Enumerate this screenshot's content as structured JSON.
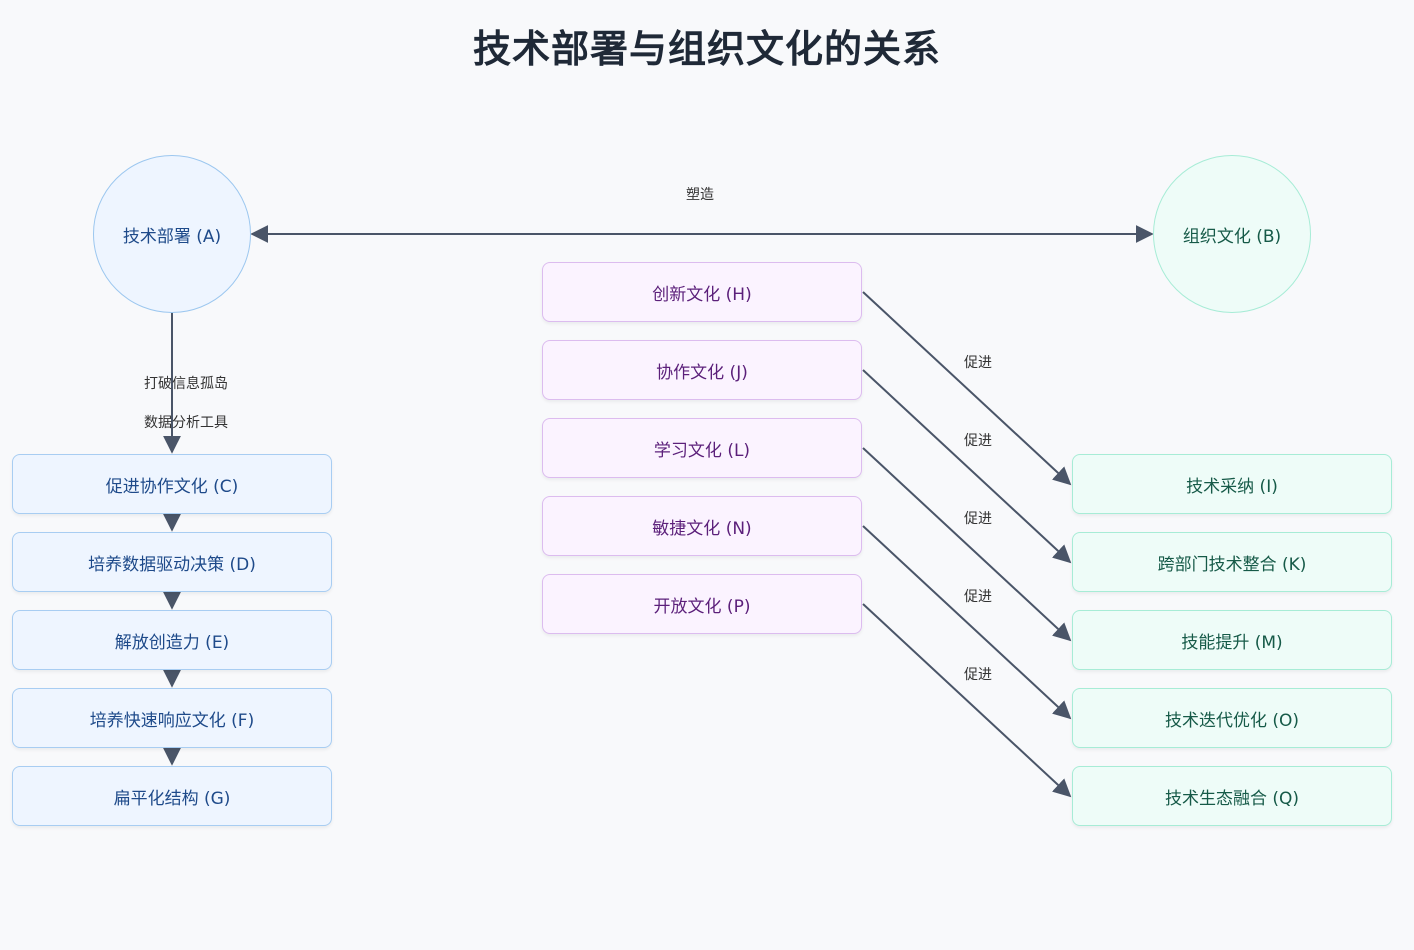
{
  "title": "技术部署与组织文化的关系",
  "nodes": {
    "A": "技术部署 (A)",
    "B": "组织文化 (B)",
    "C": "促进协作文化 (C)",
    "D": "培养数据驱动决策 (D)",
    "E": "解放创造力 (E)",
    "F": "培养快速响应文化 (F)",
    "G": "扁平化结构 (G)",
    "H": "创新文化 (H)",
    "J": "协作文化 (J)",
    "L": "学习文化 (L)",
    "N": "敏捷文化 (N)",
    "P": "开放文化 (P)",
    "I": "技术采纳 (I)",
    "K": "跨部门技术整合 (K)",
    "M": "技能提升 (M)",
    "O": "技术迭代优化 (O)",
    "Q": "技术生态融合 (Q)"
  },
  "edge_labels": {
    "shape": "塑造",
    "break_silos": "打破信息孤岛",
    "data_tools": "数据分析工具",
    "promote": "促进"
  },
  "colors": {
    "edge": "#4a5568",
    "blue_fill": "#eef5ff",
    "purple_fill": "#fbf3ff",
    "green_fill": "#eefcf8"
  }
}
